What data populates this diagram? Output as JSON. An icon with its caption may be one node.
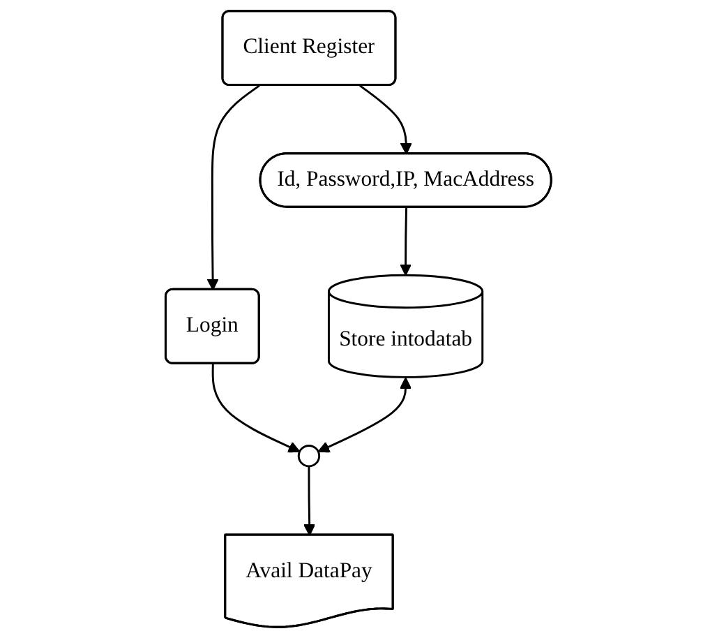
{
  "diagram": {
    "nodes": [
      {
        "text": [
          "Client Register"
        ]
      },
      {
        "text": [
          "Id, Password,IP, MacAddress"
        ]
      },
      {
        "text": [
          "Store intodatab"
        ]
      },
      {
        "text": [
          "Login"
        ]
      },
      {
        "text": [],
        "shape": "circle"
      },
      {
        "text": [
          "Avail DataPay"
        ]
      }
    ],
    "edges": [
      {
        "from": 0,
        "to": 1,
        "arrow": "to"
      },
      {
        "from": 0,
        "to": 3,
        "arrow": "to"
      },
      {
        "from": 1,
        "to": 2,
        "arrow": "to"
      },
      {
        "from": 3,
        "to": 4,
        "arrow": "to"
      },
      {
        "from": 2,
        "to": 4,
        "arrow": "both"
      },
      {
        "from": 4,
        "to": 5,
        "arrow": "to"
      }
    ]
  }
}
